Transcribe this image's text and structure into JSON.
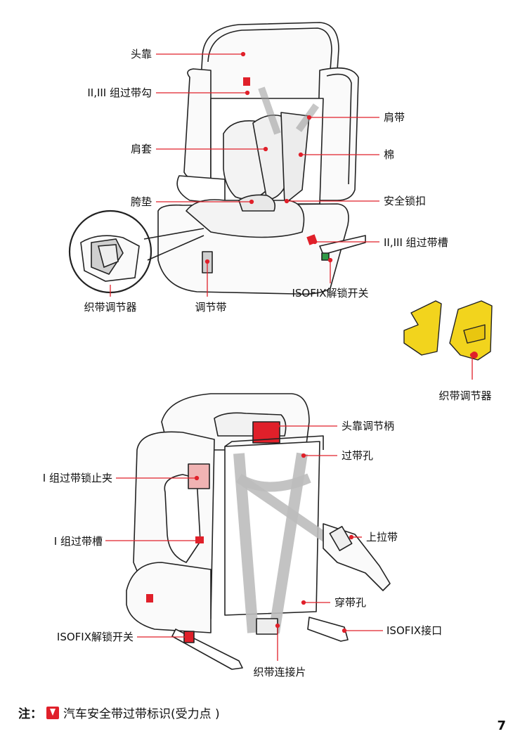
{
  "labels_top": {
    "headrest": "头靠",
    "belt_hook": "II,III 组过带勾",
    "shoulder_pad": "肩套",
    "crotch_pad": "胯垫",
    "shoulder_belt": "肩带",
    "cotton": "棉",
    "buckle": "安全锁扣",
    "belt_slot": "II,III 组过带槽",
    "isofix_release": "ISOFIX解锁开关",
    "webbing_adjuster": "织带调节器",
    "adjust_strap": "调节带",
    "webbing_adjuster_2": "织带调节器"
  },
  "labels_bottom": {
    "headrest_handle": "头靠调节柄",
    "belt_hole": "过带孔",
    "lock_clip": "I 组过带锁止夹",
    "group1_slot": "I 组过带槽",
    "top_tether": "上拉带",
    "thread_hole": "穿带孔",
    "isofix_release": "ISOFIX解锁开关",
    "isofix_connector": "ISOFIX接口",
    "connector_plate": "织带连接片"
  },
  "note": {
    "prefix": "注：",
    "text": "汽车安全带过带标识(受力点 )"
  },
  "page_number": "7",
  "colors": {
    "leader": "#e0202a",
    "accent_yellow": "#f2d41d",
    "strap_gray": "#cfcfcf",
    "marker_red": "#e0202a"
  }
}
